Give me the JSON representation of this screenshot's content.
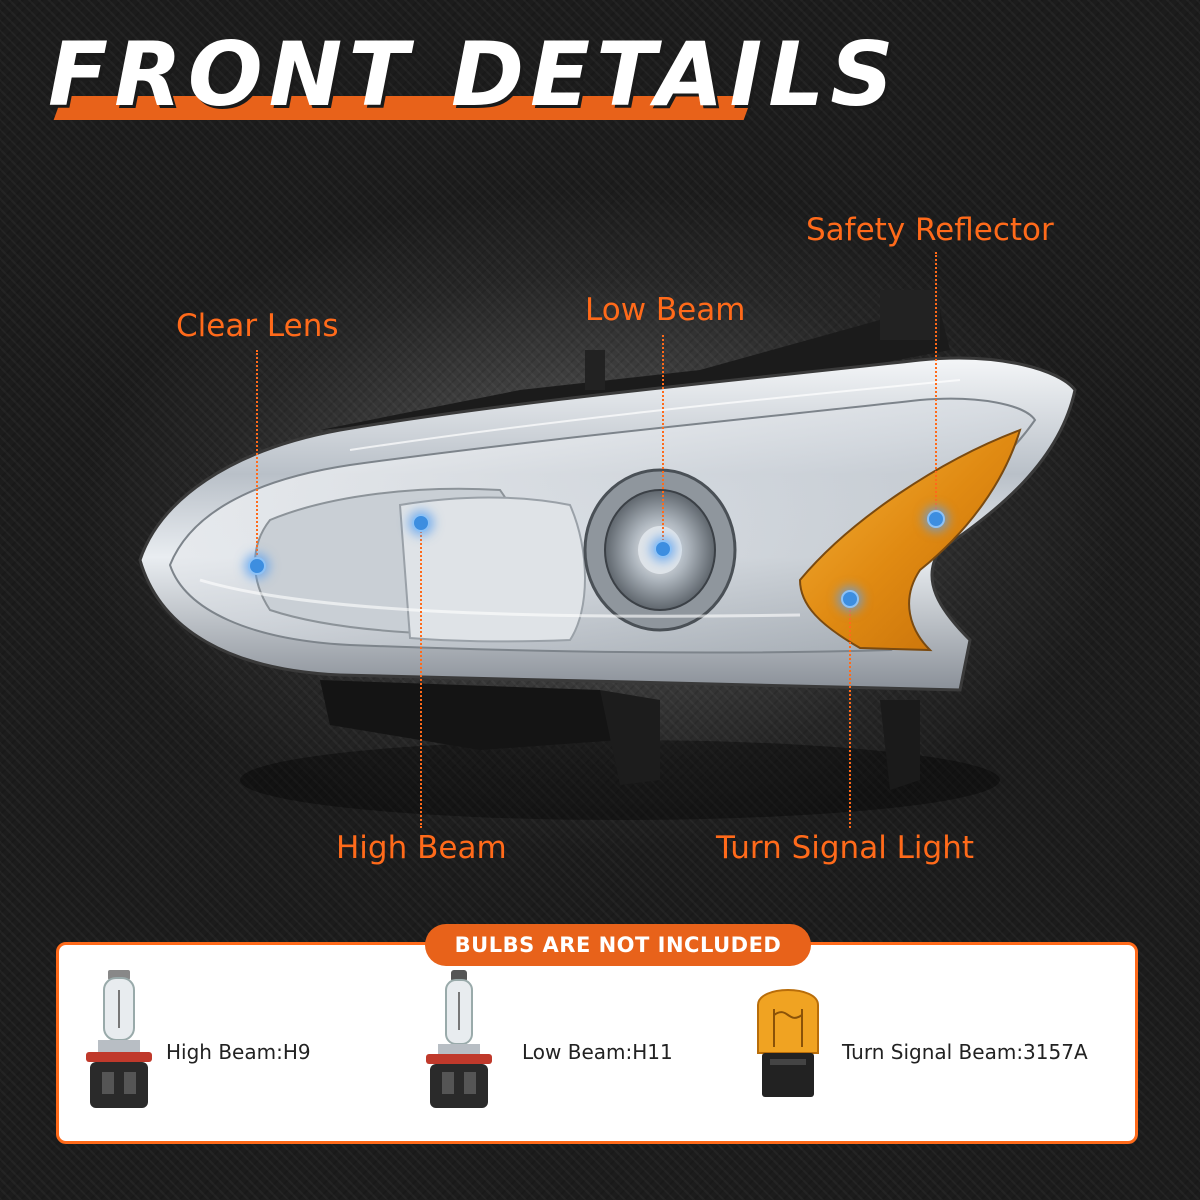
{
  "title": "FRONT DETAILS",
  "callouts": {
    "clear_lens": "Clear Lens",
    "low_beam": "Low Beam",
    "safety_reflector": "Safety Reflector",
    "high_beam": "High Beam",
    "turn_signal_light": "Turn Signal Light"
  },
  "bulbs_notice": "BULBS ARE NOT INCLUDED",
  "bulbs": [
    {
      "label": "High Beam:H9",
      "icon": "h9-bulb-icon"
    },
    {
      "label": "Low Beam:H11",
      "icon": "h11-bulb-icon"
    },
    {
      "label": "Turn Signal Beam:3157A",
      "icon": "3157a-bulb-icon"
    }
  ],
  "colors": {
    "accent": "#e8621a",
    "label_orange": "#ff6a1a",
    "marker_blue": "#3d8ee0",
    "amber_lens": "#e89a1c"
  }
}
